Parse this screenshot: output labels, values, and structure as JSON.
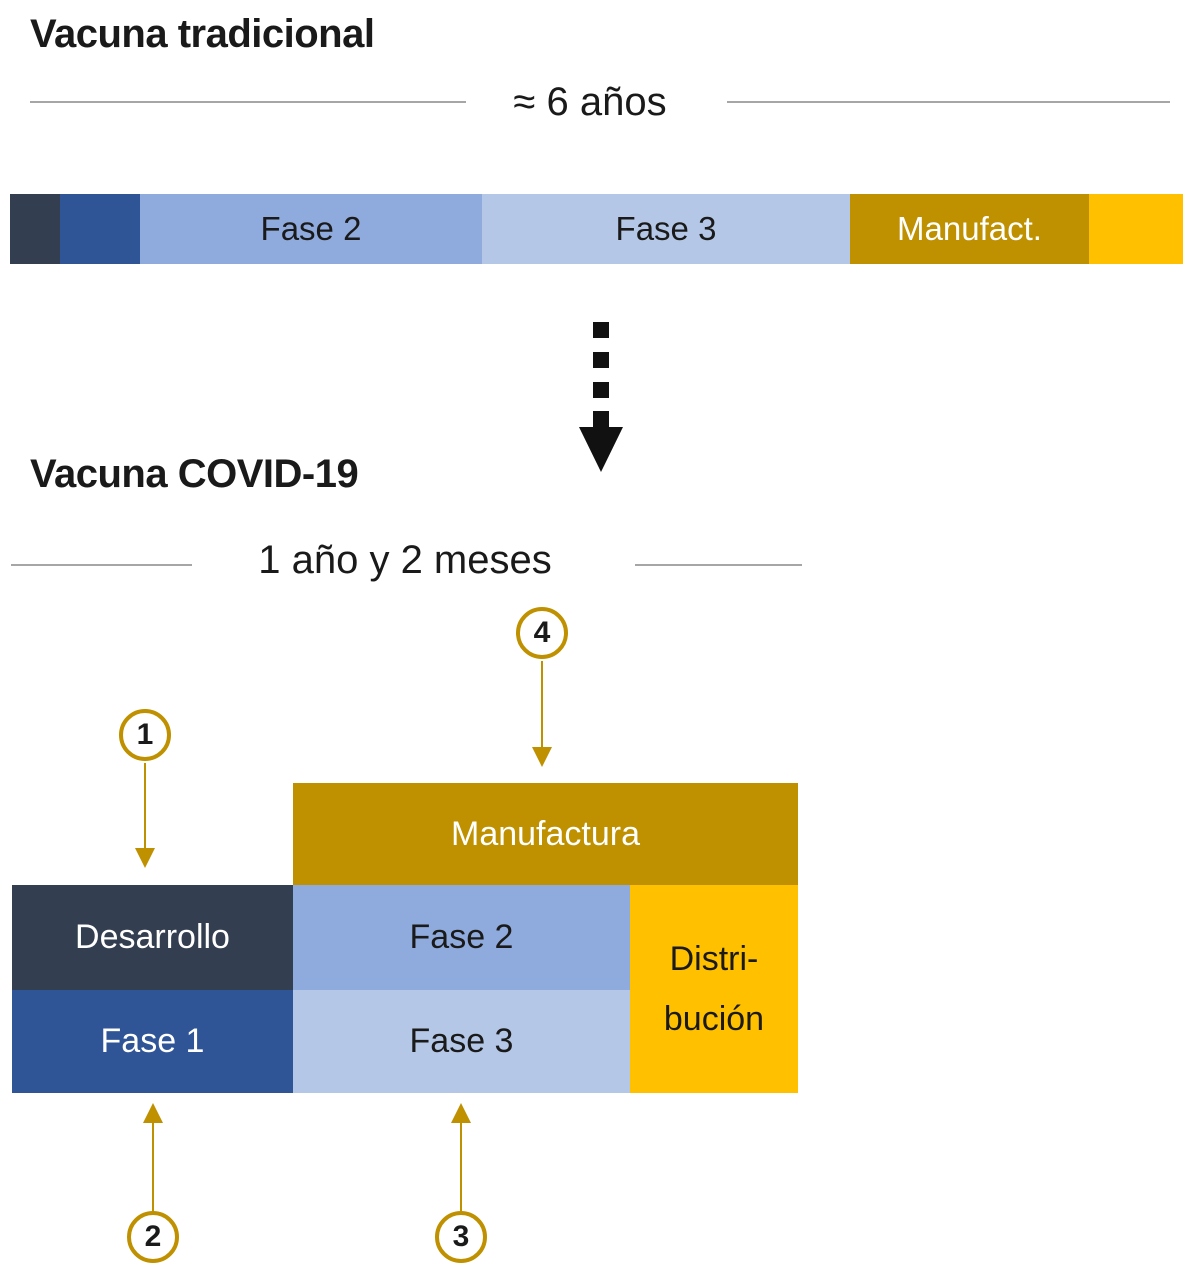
{
  "colors": {
    "dark_navy": "#333F50",
    "medium_blue": "#2F5597",
    "light_blue": "#8FAADC",
    "pale_blue": "#B4C7E7",
    "dark_gold": "#BF9000",
    "gold_yellow": "#FFC000",
    "annotation_gold": "#BF9000",
    "divider_gray": "#A6A6A6",
    "arrow_black": "#111111"
  },
  "traditional": {
    "title": "Vacuna tradicional",
    "duration_label": "≈ 6 años",
    "bar_segments": [
      {
        "label": "",
        "color": "#333F50"
      },
      {
        "label": "",
        "color": "#2F5597"
      },
      {
        "label": "Fase 2",
        "color": "#8FAADC"
      },
      {
        "label": "Fase 3",
        "color": "#B4C7E7"
      },
      {
        "label": "Manufact.",
        "color": "#BF9000"
      },
      {
        "label": "",
        "color": "#FFC000"
      }
    ]
  },
  "covid": {
    "title": "Vacuna COVID-19",
    "duration_label": "1 año y 2 meses",
    "blocks": {
      "manufactura": {
        "label": "Manufactura",
        "color": "#BF9000"
      },
      "desarrollo": {
        "label": "Desarrollo",
        "color": "#333F50"
      },
      "fase2": {
        "label": "Fase 2",
        "color": "#8FAADC"
      },
      "distribucion": {
        "label_line1": "Distri-",
        "label_line2": "bución",
        "color": "#FFC000"
      },
      "fase1": {
        "label": "Fase 1",
        "color": "#2F5597"
      },
      "fase3": {
        "label": "Fase 3",
        "color": "#B4C7E7"
      }
    },
    "markers": [
      {
        "number": "1"
      },
      {
        "number": "2"
      },
      {
        "number": "3"
      },
      {
        "number": "4"
      }
    ]
  }
}
